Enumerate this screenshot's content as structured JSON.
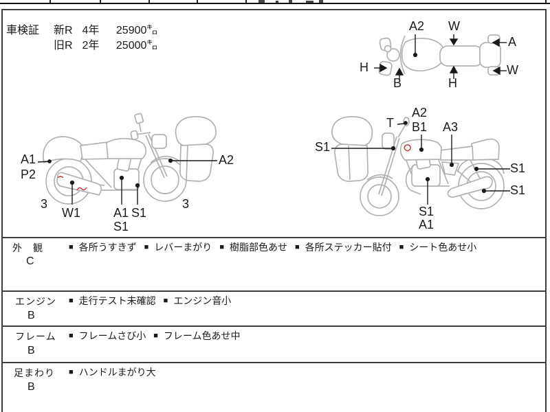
{
  "colors": {
    "line_art": "#b2b2b2",
    "text": "#1a1a1a",
    "border": "#3d3d3d",
    "defect_mark": "#c04040"
  },
  "shaken": {
    "title": "車検証",
    "rows": [
      {
        "reg": "新R",
        "years": "4年",
        "distance": "25900㌔"
      },
      {
        "reg": "旧R",
        "years": "2年",
        "distance": "25000㌔"
      }
    ]
  },
  "diagram": {
    "top_view": {
      "labels": [
        "A2",
        "W",
        "A",
        "H",
        "B",
        "H",
        "W"
      ]
    },
    "left_view": {
      "labels": [
        "A1",
        "P2",
        "3",
        "W1",
        "A1",
        "S1",
        "S1",
        "3",
        "A2"
      ]
    },
    "right_view": {
      "labels": [
        "T",
        "A2",
        "B1",
        "A3",
        "S1",
        "S1",
        "S1",
        "S1",
        "A1"
      ]
    }
  },
  "condition_table": {
    "bullet": "■",
    "rows": [
      {
        "category": "外　観",
        "grade": "C",
        "items": [
          "各所うすきず",
          "レバーまがり",
          "樹脂部色あせ",
          "各所ステッカー貼付",
          "シート色あせ小"
        ]
      },
      {
        "category": "エンジン",
        "grade": "B",
        "items": [
          "走行テスト未確認",
          "エンジン音小"
        ]
      },
      {
        "category": "フレーム",
        "grade": "B",
        "items": [
          "フレームさび小",
          "フレーム色あせ中"
        ]
      },
      {
        "category": "足まわり",
        "grade": "B",
        "items": [
          "ハンドルまがり大"
        ]
      }
    ]
  }
}
